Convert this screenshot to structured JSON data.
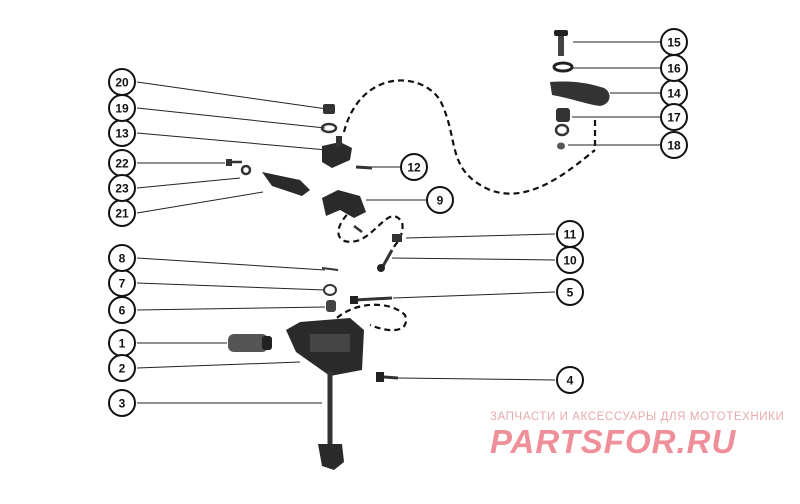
{
  "diagram": {
    "callouts": [
      "1",
      "2",
      "3",
      "4",
      "5",
      "6",
      "7",
      "8",
      "9",
      "10",
      "11",
      "12",
      "13",
      "14",
      "15",
      "16",
      "17",
      "18",
      "19",
      "20",
      "21",
      "22",
      "23"
    ]
  },
  "watermark": {
    "tagline": "ЗАПЧАСТИ И АКСЕССУАРЫ ДЛЯ МОТОТЕХНИКИ",
    "logo": "PARTSFOR.RU"
  },
  "colors": {
    "ink": "#111111",
    "watermark": "#ee8f99"
  }
}
